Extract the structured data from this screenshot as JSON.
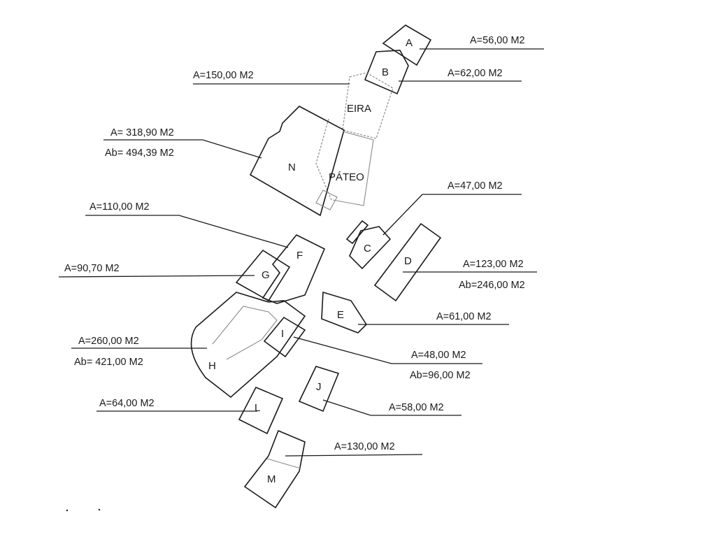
{
  "plots": [
    {
      "id": "A",
      "areas": [
        "A=56,00 M2"
      ]
    },
    {
      "id": "B",
      "areas": [
        "A=62,00 M2"
      ]
    },
    {
      "id": "EIRA",
      "areas": [
        "A=150,00 M2"
      ]
    },
    {
      "id": "N",
      "areas": [
        "A= 318,90 M2",
        "Ab= 494,39 M2"
      ]
    },
    {
      "id": "PÁTEO",
      "areas": []
    },
    {
      "id": "C",
      "areas": [
        "A=47,00 M2"
      ]
    },
    {
      "id": "D",
      "areas": [
        "A=123,00 M2",
        "Ab=246,00 M2"
      ]
    },
    {
      "id": "F",
      "areas": [
        "A=110,00 M2"
      ]
    },
    {
      "id": "G",
      "areas": [
        "A=90,70 M2"
      ]
    },
    {
      "id": "E",
      "areas": [
        "A=61,00 M2"
      ]
    },
    {
      "id": "H",
      "areas": [
        "A=260,00 M2",
        "Ab= 421,00 M2"
      ]
    },
    {
      "id": "I",
      "areas": [
        "A=48,00 M2",
        "Ab=96,00 M2"
      ]
    },
    {
      "id": "J",
      "areas": [
        "A=58,00 M2"
      ]
    },
    {
      "id": "L",
      "areas": [
        "A=64,00 M2"
      ]
    },
    {
      "id": "M",
      "areas": [
        "A=130,00 M2"
      ]
    }
  ]
}
